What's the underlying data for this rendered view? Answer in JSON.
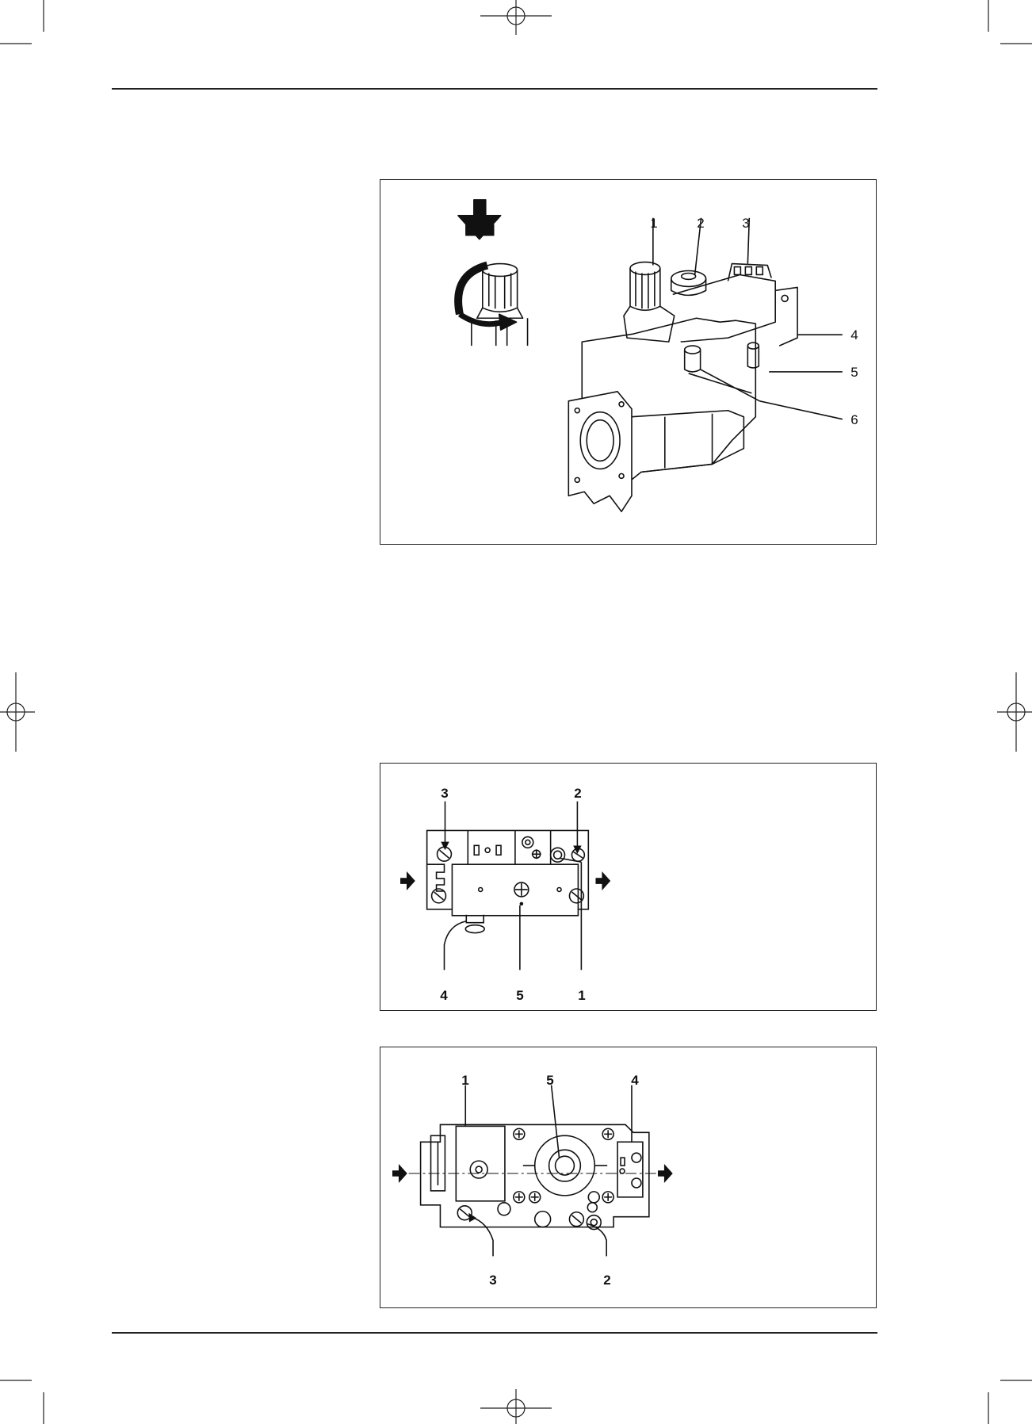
{
  "figures": {
    "fig1": {
      "labels": [
        "1",
        "2",
        "3",
        "4",
        "5",
        "6"
      ]
    },
    "fig2": {
      "labels": [
        "3",
        "2",
        "4",
        "5",
        "1"
      ]
    },
    "fig3": {
      "labels": [
        "1",
        "5",
        "4",
        "3",
        "2"
      ]
    }
  }
}
